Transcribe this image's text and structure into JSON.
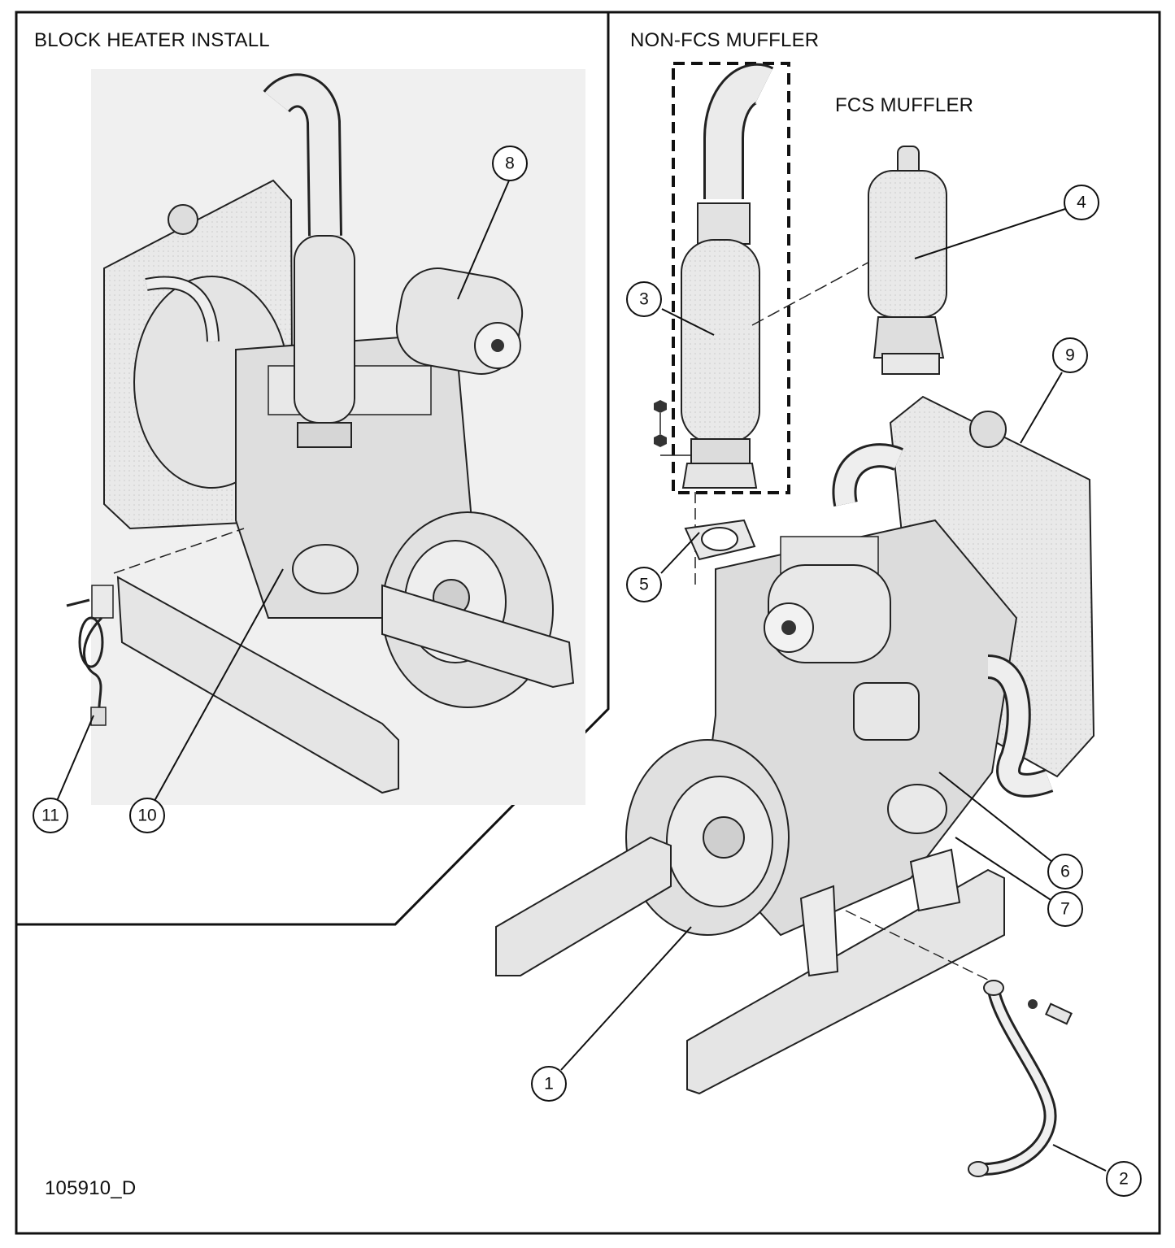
{
  "labels": {
    "block_heater": "BLOCK HEATER INSTALL",
    "non_fcs": "NON-FCS MUFFLER",
    "fcs": "FCS MUFFLER",
    "drawing_number": "105910_D"
  },
  "callouts": [
    "1",
    "2",
    "3",
    "4",
    "5",
    "6",
    "7",
    "8",
    "9",
    "10",
    "11"
  ]
}
